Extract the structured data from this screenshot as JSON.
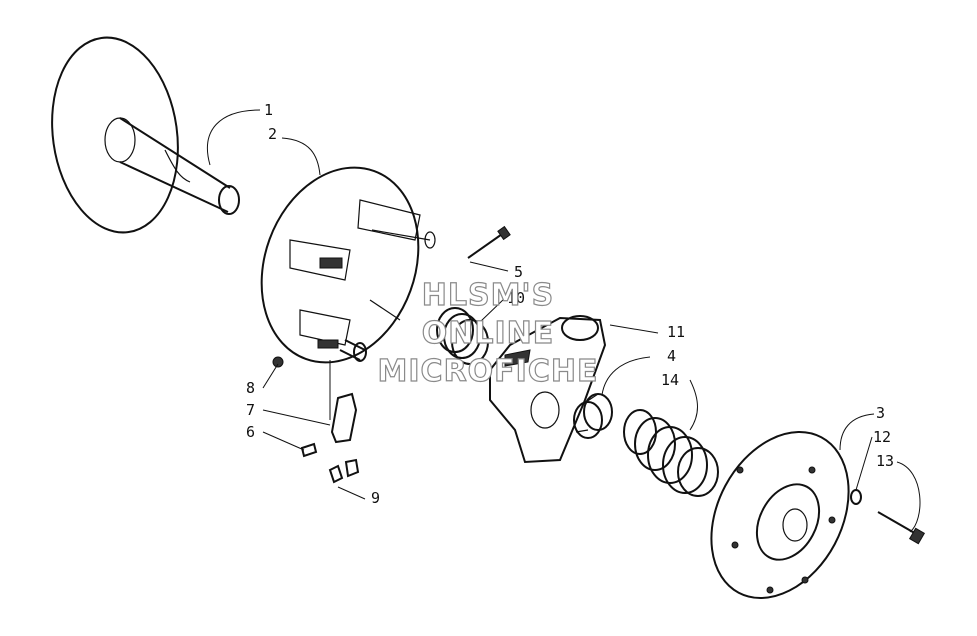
{
  "callouts": [
    "1",
    "2",
    "5",
    "10",
    "11",
    "4",
    "14",
    "8",
    "7",
    "6",
    "9",
    "3",
    "12",
    "13"
  ],
  "watermark": {
    "line1": "HLSM'S",
    "line2": "ONLINE",
    "line3": "MICROFICHE"
  }
}
